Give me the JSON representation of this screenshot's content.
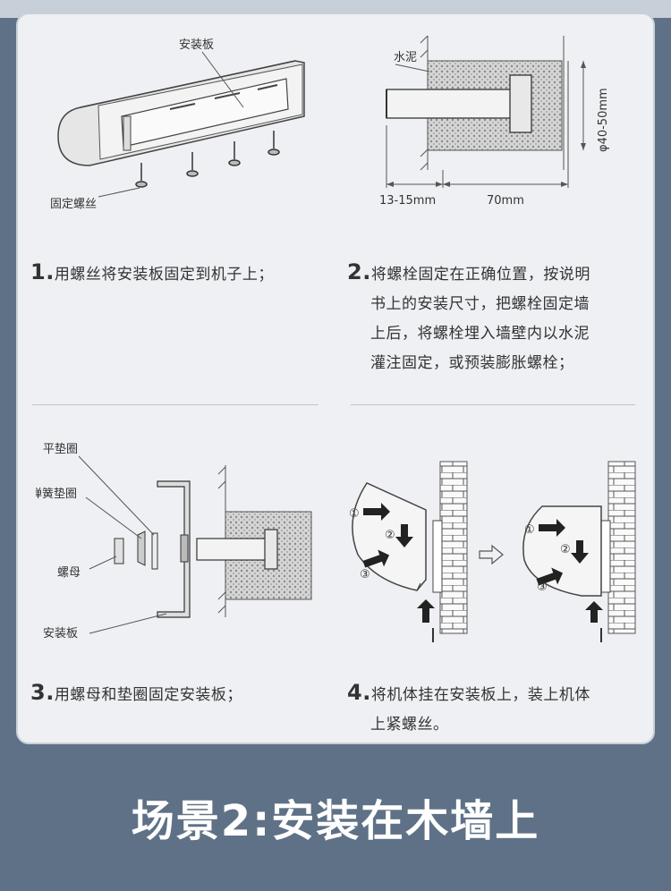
{
  "step1": {
    "label_plate": "安装板",
    "label_screw": "固定螺丝",
    "num": "1.",
    "text": "用螺丝将安装板固定到机子上；"
  },
  "step2": {
    "label_cement": "水泥",
    "label_diameter": "φ40-50mm",
    "label_left_dim": "13-15mm",
    "label_right_dim": "70mm",
    "num": "2.",
    "lines": [
      "将螺栓固定在正确位置，按说明",
      "书上的安装尺寸，把螺栓固定墙",
      "上后，将螺栓埋入墙壁内以水泥",
      "灌注固定，或预装膨胀螺栓；"
    ]
  },
  "step3": {
    "label_flat_washer": "平垫圈",
    "label_spring_washer": "弹簧垫圈",
    "label_nut": "螺母",
    "label_plate": "安装板",
    "num": "3.",
    "text": "用螺母和垫圈固定安装板；"
  },
  "step4": {
    "markers": [
      "①",
      "②",
      "③"
    ],
    "num": "4.",
    "lines": [
      "将机体挂在安装板上，装上机体",
      "上紧螺丝。"
    ]
  },
  "footer": {
    "title": "场景2:安装在木墙上"
  }
}
